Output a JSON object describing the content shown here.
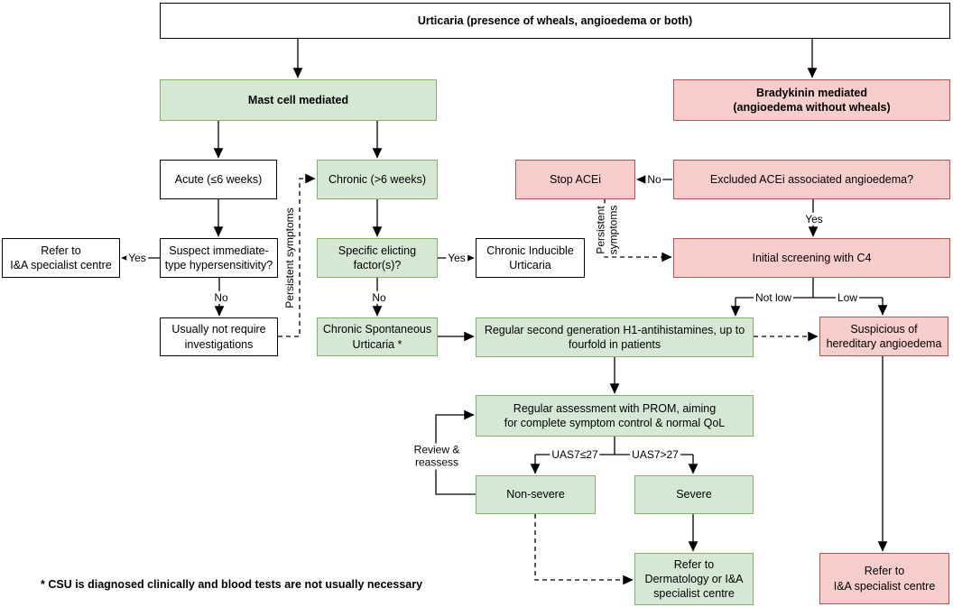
{
  "diagram": {
    "title": "Urticaria (presence of wheals, angioedema or both)",
    "footnote": "* CSU is diagnosed clinically and blood tests are not usually necessary",
    "colors": {
      "green_fill": "#d5e8d4",
      "green_border": "#82b366",
      "pink_fill": "#f8cecc",
      "pink_border": "#b85450",
      "white_fill": "#ffffff",
      "line": "#000000"
    },
    "nodes": {
      "mast_cell": "Mast cell mediated",
      "bradykinin": "Bradykinin mediated\n(angioedema without wheals)",
      "acute": "Acute (≤6 weeks)",
      "chronic": "Chronic (>6 weeks)",
      "stop_acei": "Stop ACEi",
      "excluded_acei": "Excluded ACEi associated angioedema?",
      "refer_ia_left": "Refer to\nI&A specialist centre",
      "suspect": "Suspect immediate-\ntype hypersensitivity?",
      "specific_factor": "Specific elicting\nfactor(s)?",
      "chronic_inducible": "Chronic Inducible\nUrticaria",
      "initial_screening": "Initial screening with C4",
      "no_investigations": "Usually not require\ninvestigations",
      "csu": "Chronic Spontaneous\nUrticaria *",
      "antihistamines": "Regular second generation H1-antihistamines, up to\nfourfold in patients",
      "suspicious_hae": "Suspicious of\nhereditary angioedema",
      "prom": "Regular assessment with PROM, aiming\nfor complete symptom control & normal QoL",
      "non_severe": "Non-severe",
      "severe": "Severe",
      "refer_derm": "Refer to\nDermatology or I&A\nspecialist centre",
      "refer_ia_right": "Refer to\nI&A specialist centre"
    },
    "edge_labels": {
      "yes_suspect": "Yes",
      "no_suspect": "No",
      "yes_specific": "Yes",
      "no_specific": "No",
      "no_excluded": "No",
      "yes_excluded": "Yes",
      "not_low": "Not low",
      "low": "Low",
      "uas_le": "UAS7≤27",
      "uas_gt": "UAS7>27",
      "review": "Review &\nreassess",
      "persistent_left": "Persistent symptoms",
      "persistent_right": "Persistent\nsymptoms"
    }
  }
}
